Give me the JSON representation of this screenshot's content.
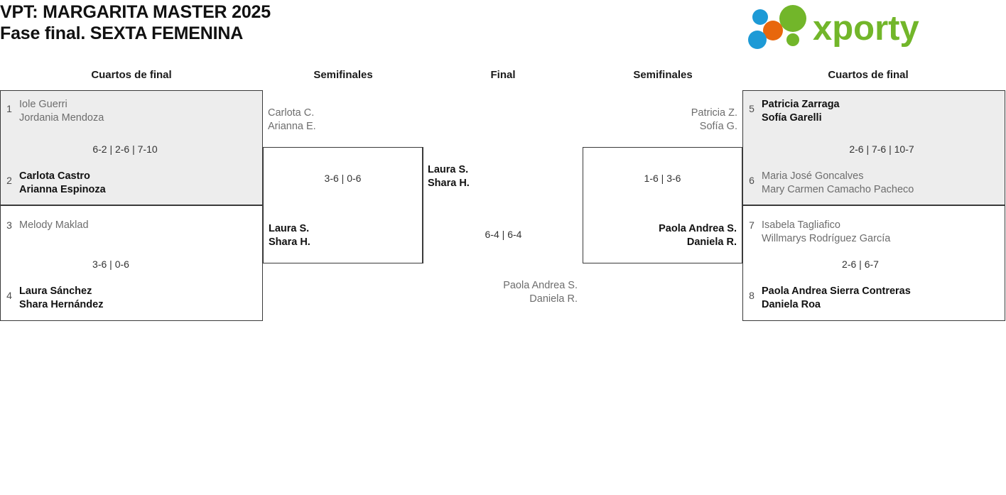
{
  "header": {
    "title_line1": "VPT: MARGARITA MASTER 2025",
    "title_line2": "Fase final. SEXTA FEMENINA",
    "logo_text": "xporty",
    "logo_colors": {
      "green": "#72b62a",
      "orange": "#e8670c",
      "blue": "#1d9ad6"
    }
  },
  "round_headers": {
    "qf_left": "Cuartos de final",
    "sf_left": "Semifinales",
    "final": "Final",
    "sf_right": "Semifinales",
    "qf_right": "Cuartos de final"
  },
  "bracket": {
    "qf_left_top": {
      "score": "6-2 | 2-6 | 7-10",
      "top": {
        "seed": "1",
        "line1": "Iole Guerri",
        "line2": "Jordania Mendoza",
        "state": "loser"
      },
      "bottom": {
        "seed": "2",
        "line1": "Carlota Castro",
        "line2": "Arianna Espinoza",
        "state": "winner"
      }
    },
    "qf_left_bottom": {
      "score": "3-6 | 0-6",
      "top": {
        "seed": "3",
        "line1": "Melody Maklad",
        "line2": "",
        "state": "loser"
      },
      "bottom": {
        "seed": "4",
        "line1": "Laura Sánchez",
        "line2": "Shara Hernández",
        "state": "winner"
      }
    },
    "sf_left": {
      "score": "3-6 | 0-6",
      "top": {
        "line1": "Carlota C.",
        "line2": "Arianna E.",
        "state": "loser"
      },
      "bottom": {
        "line1": "Laura S.",
        "line2": "Shara H.",
        "state": "winner"
      }
    },
    "final": {
      "score": "6-4 | 6-4",
      "left": {
        "line1": "Laura S.",
        "line2": "Shara H.",
        "state": "winner"
      },
      "right": {
        "line1": "Paola Andrea S.",
        "line2": "Daniela R.",
        "state": "loser"
      }
    },
    "sf_right": {
      "score": "1-6 | 3-6",
      "top": {
        "line1": "Patricia Z.",
        "line2": "Sofía G.",
        "state": "loser"
      },
      "bottom": {
        "line1": "Paola Andrea S.",
        "line2": "Daniela R.",
        "state": "winner"
      }
    },
    "qf_right_top": {
      "score": "2-6 | 7-6 | 10-7",
      "top": {
        "seed": "5",
        "line1": "Patricia Zarraga",
        "line2": "Sofía Garelli",
        "state": "winner"
      },
      "bottom": {
        "seed": "6",
        "line1": "Maria José Goncalves",
        "line2": "Mary Carmen Camacho Pacheco",
        "state": "loser"
      }
    },
    "qf_right_bottom": {
      "score": "2-6 | 6-7",
      "top": {
        "seed": "7",
        "line1": "Isabela Tagliafico",
        "line2": "Willmarys Rodríguez García",
        "state": "loser"
      },
      "bottom": {
        "seed": "8",
        "line1": "Paola Andrea Sierra Contreras",
        "line2": "Daniela Roa",
        "state": "winner"
      }
    }
  }
}
